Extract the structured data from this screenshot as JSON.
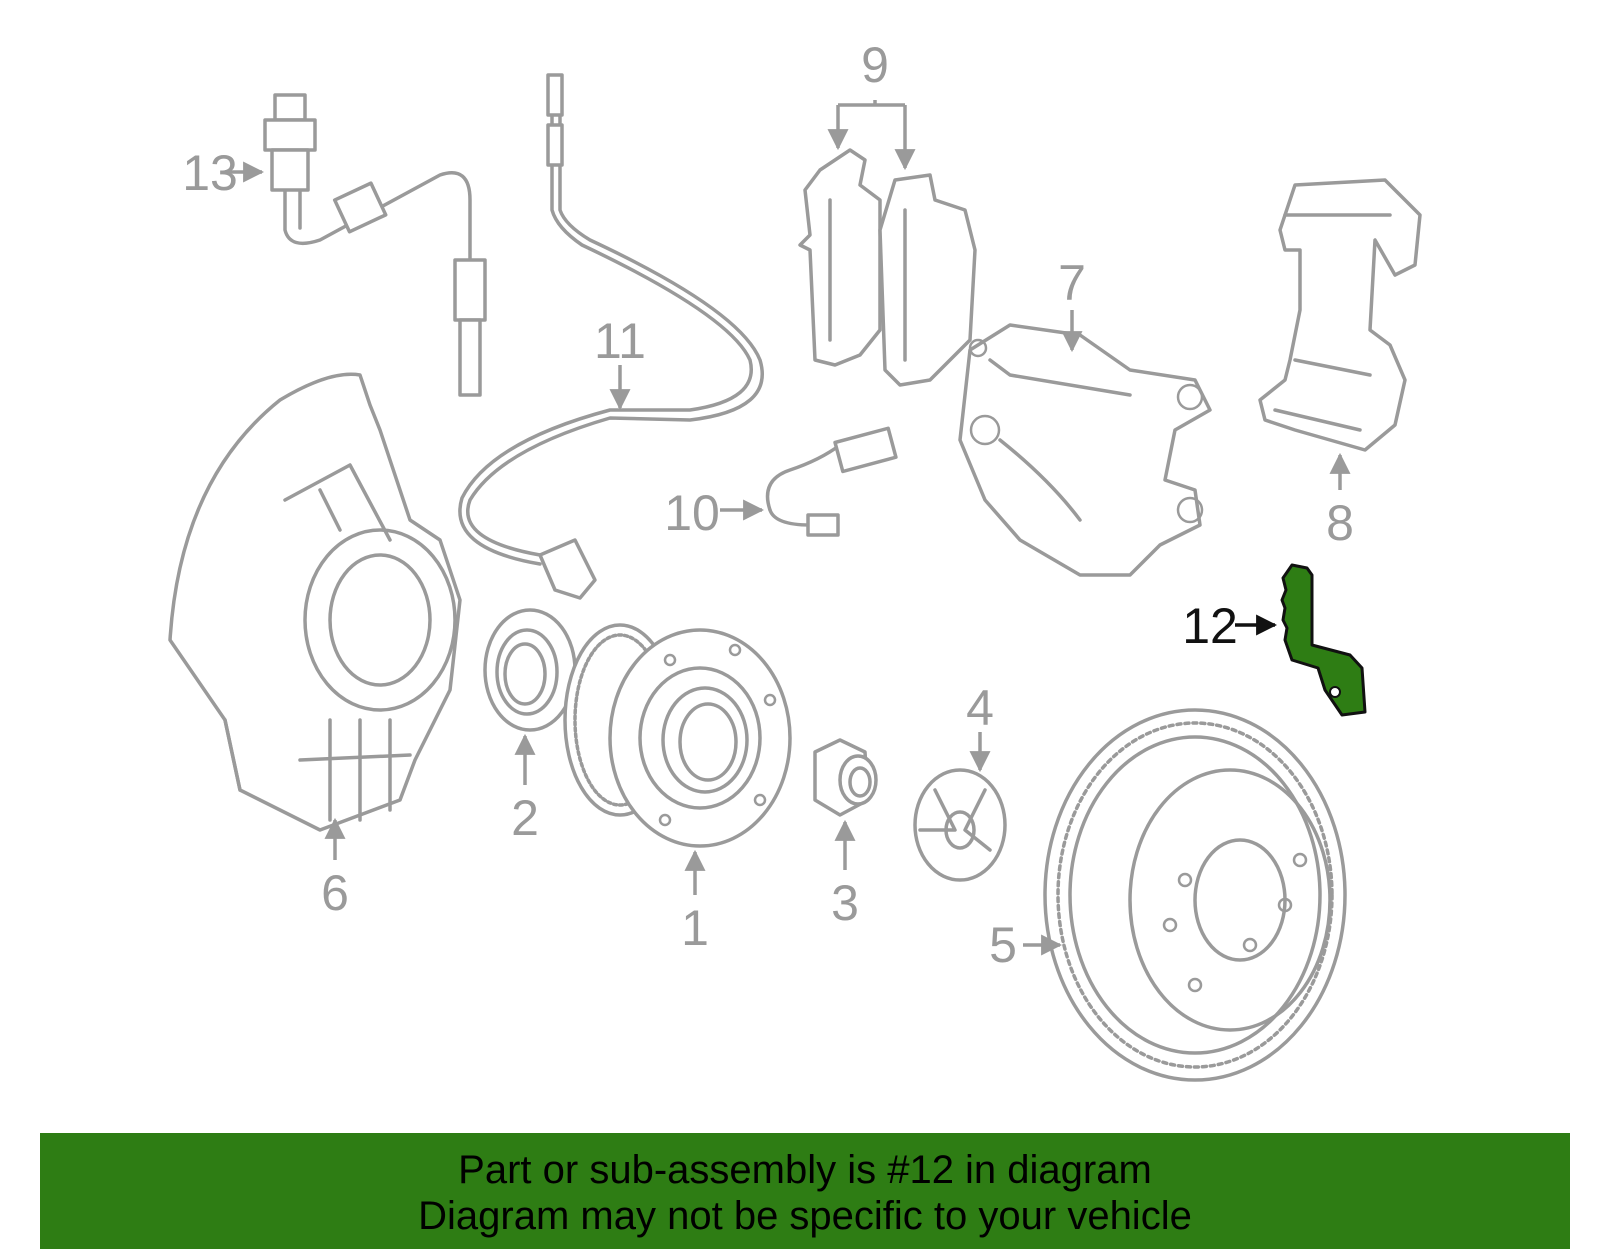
{
  "diagram": {
    "highlight_color": "#2e7d14",
    "part_color": "#9a9a9a",
    "callouts": [
      "1",
      "2",
      "3",
      "4",
      "5",
      "6",
      "7",
      "8",
      "9",
      "10",
      "11",
      "12",
      "13"
    ],
    "highlighted_callout": "12"
  },
  "footer": {
    "line1": "Part or sub-assembly is #12 in diagram",
    "line2": "Diagram may not be specific to your vehicle"
  }
}
